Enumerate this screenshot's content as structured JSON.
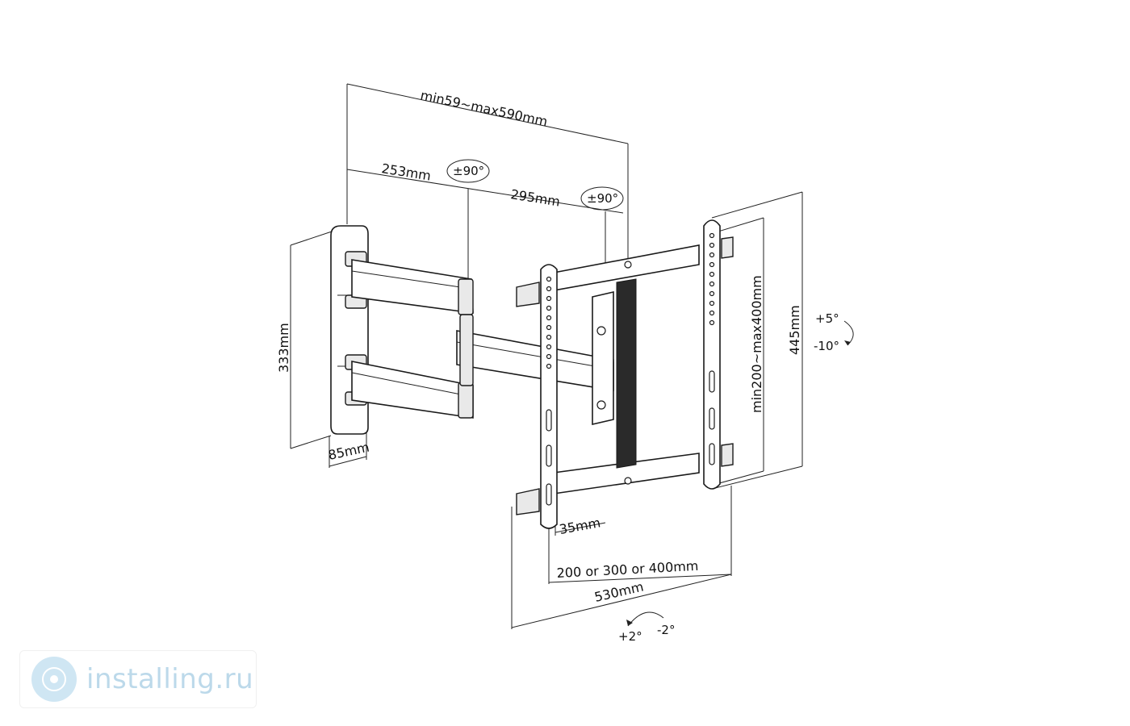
{
  "dimensions": {
    "total_extension": "min59~max590mm",
    "arm1": "253mm",
    "arm2": "295mm",
    "wall_plate_height": "333mm",
    "wall_plate_width": "85mm",
    "vesa_vertical": "min200~max400mm",
    "bracket_height": "445mm",
    "profile": "35mm",
    "vesa_horizontal": "200 or 300 or 400mm",
    "plate_width": "530mm"
  },
  "rotation": {
    "swivel_1": "±90°",
    "swivel_2": "±90°",
    "tilt_up": "+5°",
    "tilt_down": "-10°",
    "level_plus": "+2°",
    "level_minus": "-2°"
  },
  "watermark": {
    "text": "installing.ru"
  }
}
